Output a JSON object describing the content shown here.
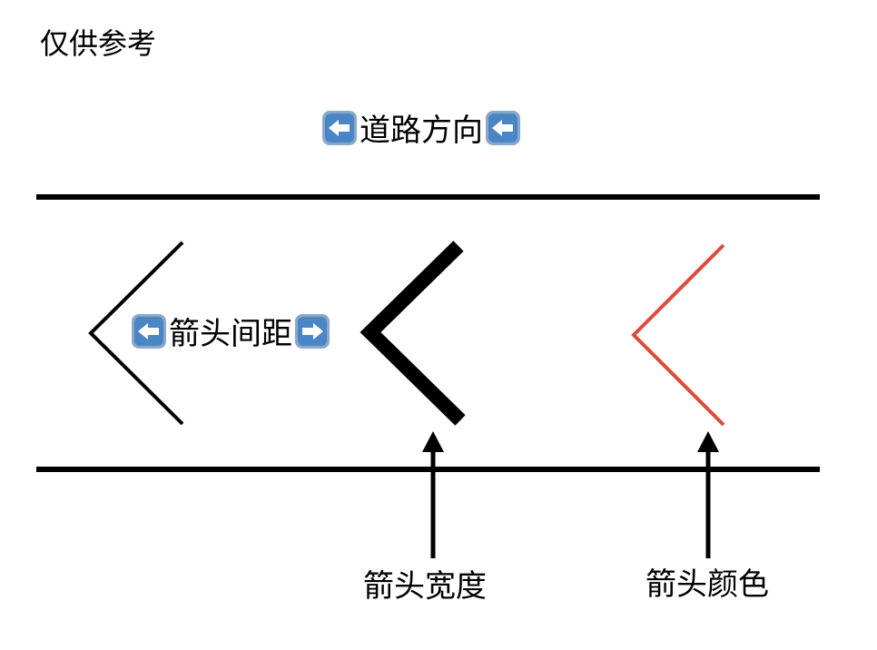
{
  "note": "仅供参考",
  "road_direction_label": "道路方向",
  "arrow_spacing_label": "箭头间距",
  "arrow_width_label": "箭头宽度",
  "arrow_color_label": "箭头颜色",
  "colors": {
    "line": "#000000",
    "arrow_red": "#dd4a3e",
    "key_fill": "#4a86c5",
    "key_face": "#ffffff"
  },
  "icons": {
    "left_key": "left-arrow-key-icon",
    "right_key": "right-arrow-key-icon",
    "pointer": "up-pointer-arrow-icon"
  }
}
